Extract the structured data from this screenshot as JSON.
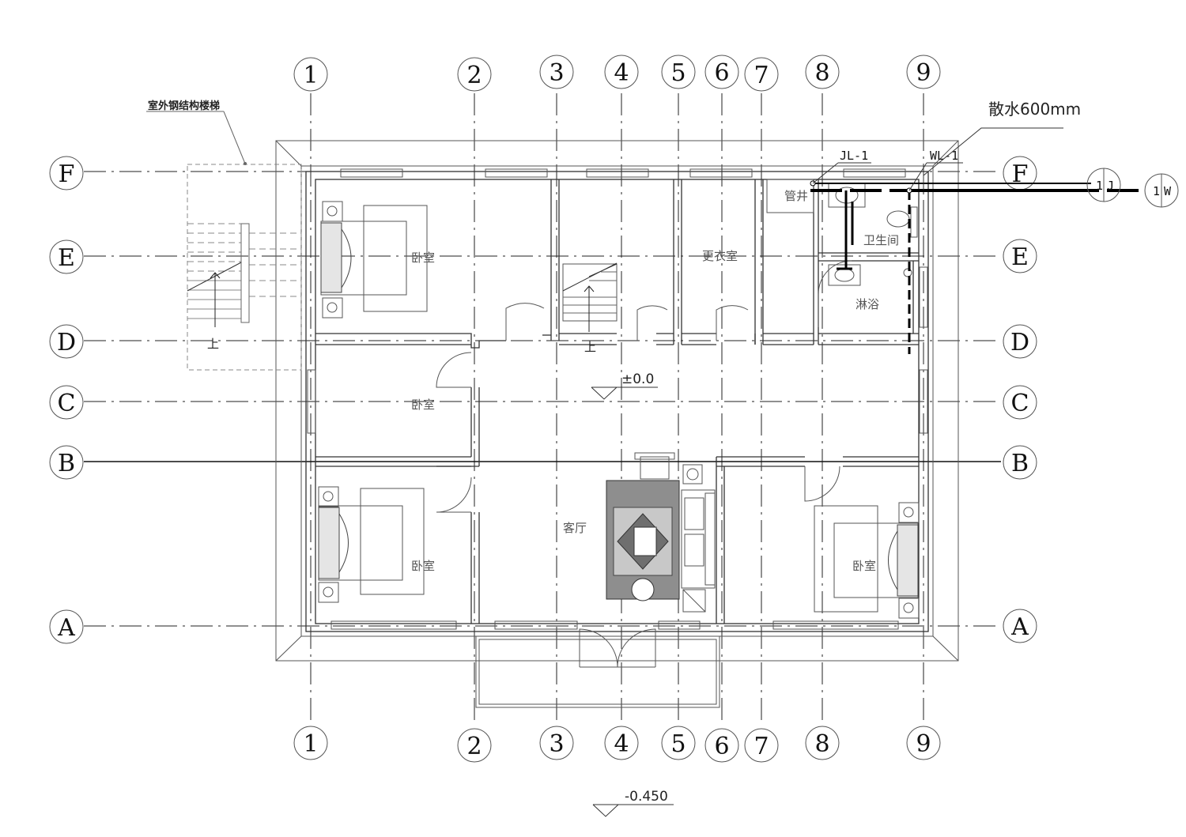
{
  "axes": {
    "columns": [
      "1",
      "2",
      "3",
      "4",
      "5",
      "6",
      "7",
      "8",
      "9"
    ],
    "rows": [
      "A",
      "B",
      "C",
      "D",
      "E",
      "F"
    ]
  },
  "annotations": {
    "exterior_stair": "室外钢结构楼梯",
    "apron": "散水600mm",
    "pipe_jl": "JL-1",
    "pipe_wl": "WL-1",
    "pipe_marker_j_top": "1",
    "pipe_marker_j_bottom": "J",
    "pipe_marker_w_top": "1",
    "pipe_marker_w_bottom": "W",
    "stair_up": "上",
    "floor_level": "±0.0",
    "ground_level": "-0.450"
  },
  "rooms": {
    "bedroom_nw": "卧室",
    "bedroom_w": "卧室",
    "bedroom_sw": "卧室",
    "bedroom_se": "卧室",
    "closet": "更衣室",
    "toilet": "卫生间",
    "shower": "淋浴",
    "shaft": "管井",
    "living": "客厅"
  },
  "colors": {
    "line": "#333333",
    "pipe": "#000000",
    "rug": "#9a9a9a"
  }
}
